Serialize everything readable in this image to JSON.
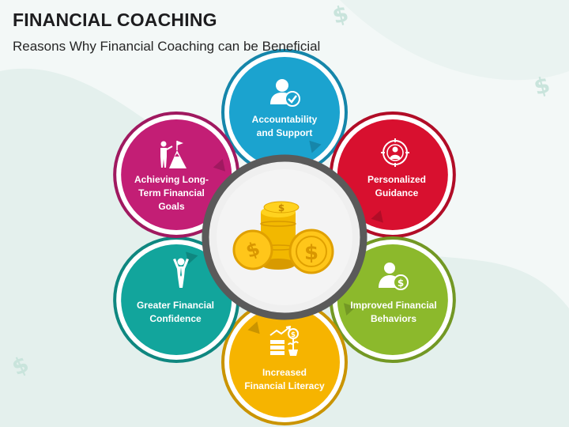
{
  "header": {
    "title": "FINANCIAL COACHING",
    "subtitle": "Reasons Why Financial Coaching can be Beneficial"
  },
  "petals": [
    {
      "label": "Accountability\nand Support",
      "color": "#1ba3cf",
      "icon": "person-check-icon"
    },
    {
      "label": "Personalized\nGuidance",
      "color": "#d8102f",
      "icon": "target-person-icon"
    },
    {
      "label": "Improved Financial\nBehaviors",
      "color": "#8cb92c",
      "icon": "person-dollar-icon"
    },
    {
      "label": "Increased\nFinancial Literacy",
      "color": "#f6b400",
      "icon": "money-growth-icon"
    },
    {
      "label": "Greater Financial\nConfidence",
      "color": "#12a59c",
      "icon": "confident-person-icon"
    },
    {
      "label": "Achieving Long-\nTerm Financial\nGoals",
      "color": "#c31e75",
      "icon": "summit-flag-icon"
    }
  ],
  "center": {
    "icon": "gold-coins-icon"
  },
  "decorations": {
    "dollar_symbol": "$"
  }
}
